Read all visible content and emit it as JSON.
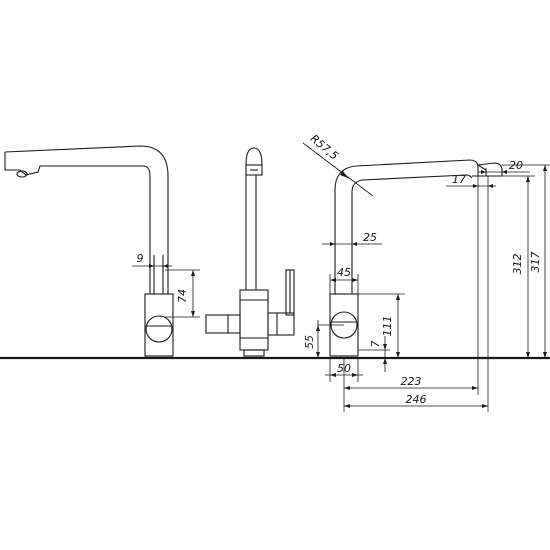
{
  "dimensions": {
    "d9": "9",
    "d74": "74",
    "d55": "55",
    "r57": "R57,5",
    "d25": "25",
    "d45": "45",
    "d111": "111",
    "d7": "7",
    "d50": "50",
    "d223": "223",
    "d246": "246",
    "d17": "17",
    "d20": "20",
    "d312": "312",
    "d317": "317"
  }
}
